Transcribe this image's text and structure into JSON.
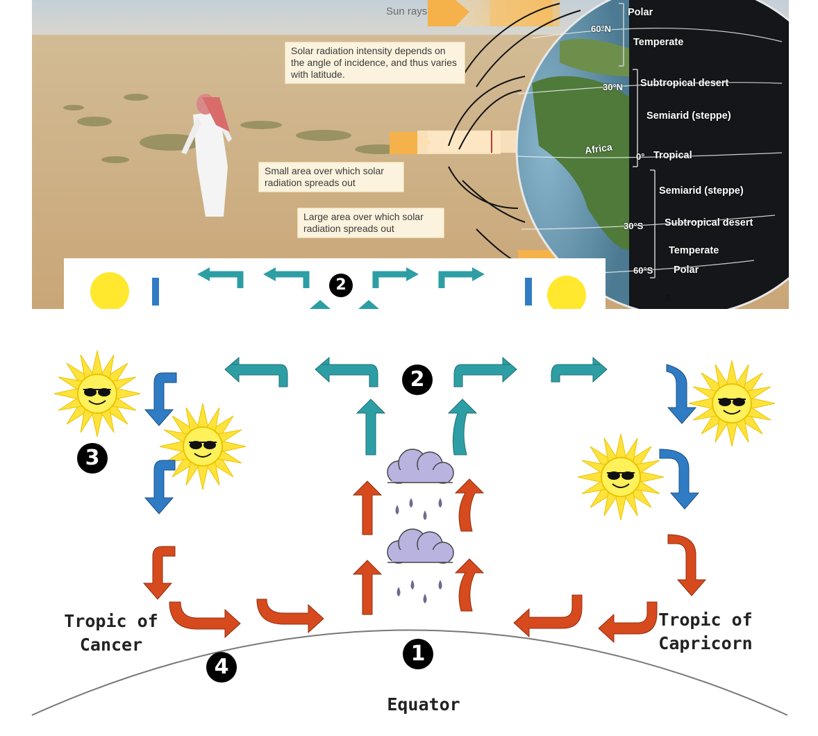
{
  "top_figure": {
    "sun_rays_label": "Sun rays",
    "callouts": {
      "intensity": "Solar radiation intensity depends on the angle of incidence, and thus varies with latitude.",
      "small_area": "Small area over which solar radiation spreads out",
      "large_area": "Large area over which solar radiation spreads out"
    },
    "latitudes": {
      "n60": "60°N",
      "n30": "30°N",
      "eq": "0°",
      "s30": "30°S",
      "s60": "60°S",
      "s": "S"
    },
    "zones": {
      "polar_n": "Polar",
      "temperate_n": "Temperate",
      "subtropical_n": "Subtropical desert",
      "semiarid_n": "Semiarid (steppe)",
      "tropical": "Tropical",
      "semiarid_s": "Semiarid (steppe)",
      "subtropical_s": "Subtropical desert",
      "temperate_s": "Temperate",
      "polar_s": "Polar"
    },
    "continent": "Africa",
    "inset_number": "2"
  },
  "bottom_figure": {
    "labels": {
      "tropic_cancer": "Tropic of\nCancer",
      "tropic_capricorn": "Tropic of\nCapricorn",
      "equator": "Equator"
    },
    "numbers": {
      "one": "1",
      "two": "2",
      "three": "3",
      "four": "4"
    }
  },
  "colors": {
    "teal_arrow": "#2e9ea5",
    "blue_arrow": "#2f7cc4",
    "red_arrow": "#d64a1e",
    "sun": "#ffe82e",
    "cloud": "#b9b3e0",
    "globe_night": "#151719",
    "sand": "#d8be95"
  }
}
